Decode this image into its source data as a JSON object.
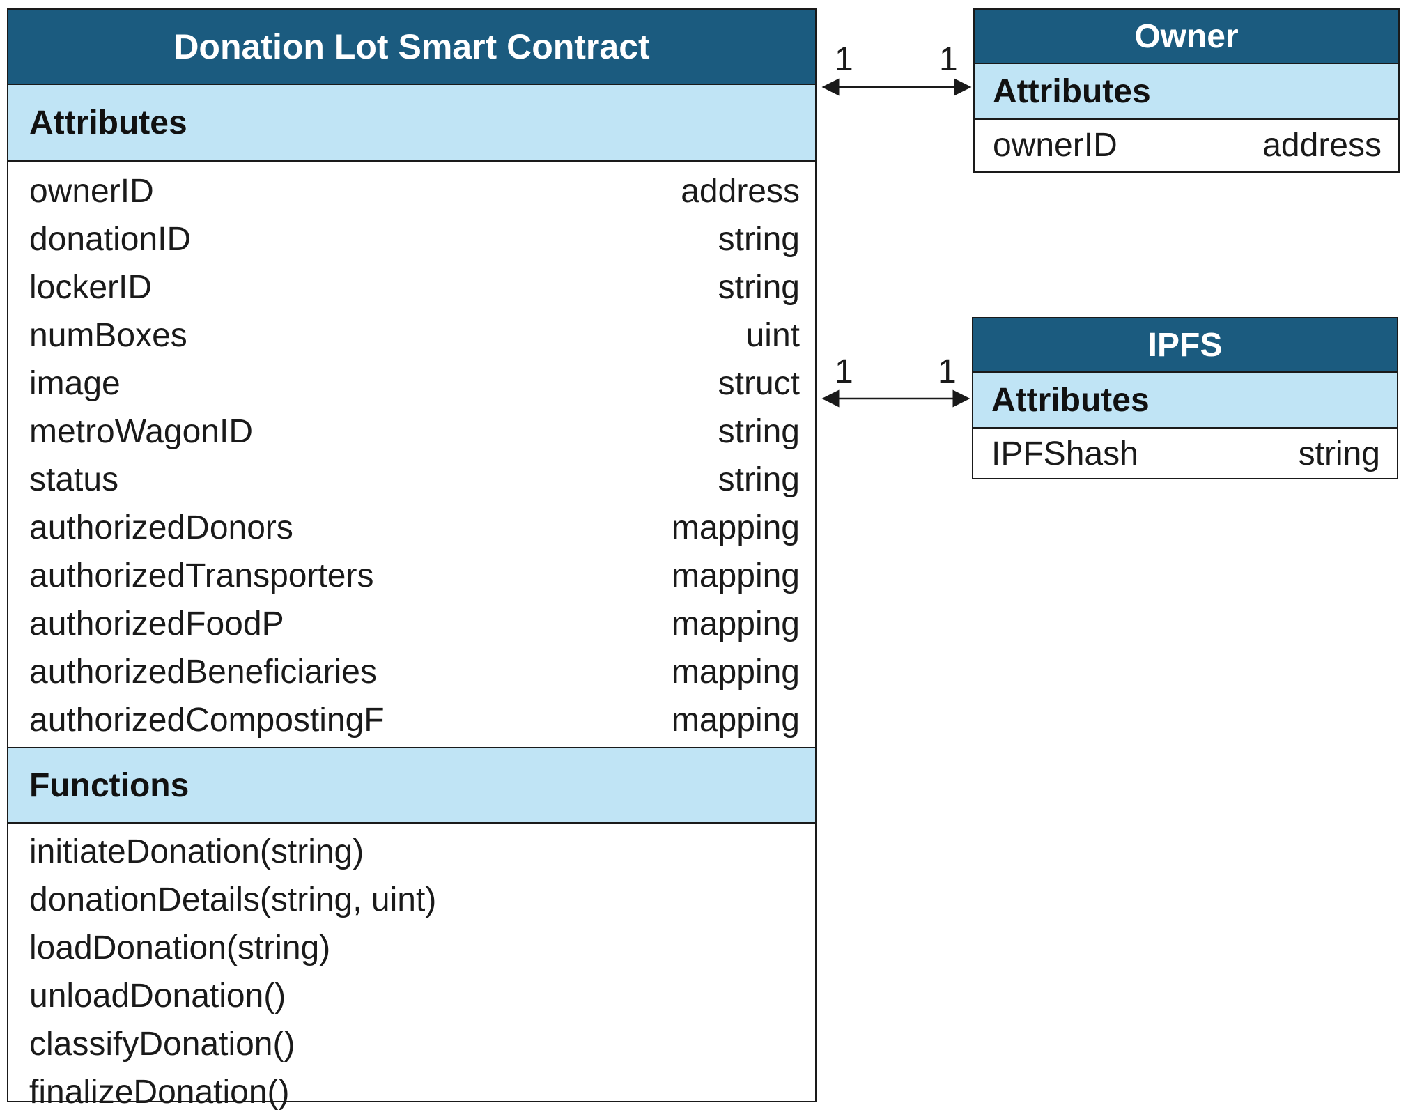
{
  "main_class": {
    "title": "Donation Lot Smart Contract",
    "attributes_header": "Attributes",
    "attributes": [
      {
        "name": "ownerID",
        "type": "address"
      },
      {
        "name": "donationID",
        "type": "string"
      },
      {
        "name": "lockerID",
        "type": "string"
      },
      {
        "name": "numBoxes",
        "type": "uint"
      },
      {
        "name": "image",
        "type": "struct"
      },
      {
        "name": "metroWagonID",
        "type": "string"
      },
      {
        "name": "status",
        "type": "string"
      },
      {
        "name": "authorizedDonors",
        "type": "mapping"
      },
      {
        "name": "authorizedTransporters",
        "type": "mapping"
      },
      {
        "name": "authorizedFoodP",
        "type": "mapping"
      },
      {
        "name": "authorizedBeneficiaries",
        "type": "mapping"
      },
      {
        "name": "authorizedCompostingF",
        "type": "mapping"
      }
    ],
    "functions_header": "Functions",
    "functions": [
      "initiateDonation(string)",
      "donationDetails(string, uint)",
      "loadDonation(string)",
      "unloadDonation()",
      "classifyDonation()",
      "finalizeDonation()"
    ]
  },
  "owner_class": {
    "title": "Owner",
    "attributes_header": "Attributes",
    "attributes": [
      {
        "name": "ownerID",
        "type": "address"
      }
    ]
  },
  "ipfs_class": {
    "title": "IPFS",
    "attributes_header": "Attributes",
    "attributes": [
      {
        "name": "IPFShash",
        "type": "string"
      }
    ]
  },
  "associations": {
    "owner": {
      "left_multiplicity": "1",
      "right_multiplicity": "1"
    },
    "ipfs": {
      "left_multiplicity": "1",
      "right_multiplicity": "1"
    }
  },
  "colors": {
    "title_bar": "#1b5b7f",
    "section_header": "#c0e4f5",
    "border": "#1a1a1a"
  }
}
